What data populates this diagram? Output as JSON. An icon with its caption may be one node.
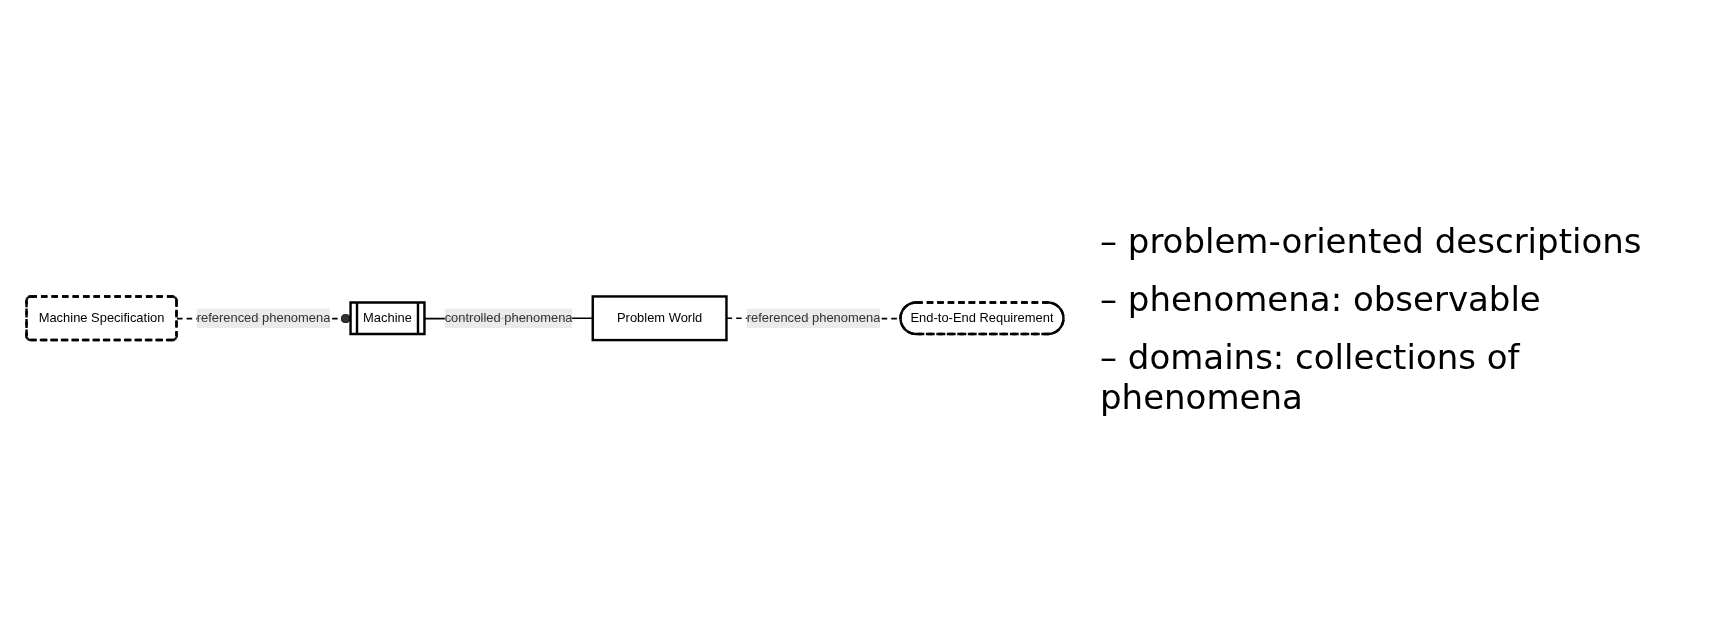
{
  "diagram": {
    "nodes": [
      {
        "text": [
          "Machine"
        ]
      },
      {
        "text": [
          "Problem World"
        ]
      },
      {
        "text": [
          "End-to-End Requirement"
        ]
      },
      {
        "text": [
          "Machine Specification"
        ]
      }
    ],
    "edges": [
      {
        "from": 0,
        "to": 1,
        "arrow": "none",
        "label": "controlled phenomena"
      },
      {
        "from": 1,
        "to": 2,
        "arrow": "none",
        "label": "referenced phenomena",
        "style": "dashed"
      },
      {
        "from": 3,
        "to": 0,
        "arrow": "other",
        "label": "referenced phenomena",
        "style": "dashed"
      }
    ],
    "labels": [
      "– problem-oriented descriptions",
      "– phenomena: observable",
      "– domains: collections of phenomena"
    ]
  }
}
